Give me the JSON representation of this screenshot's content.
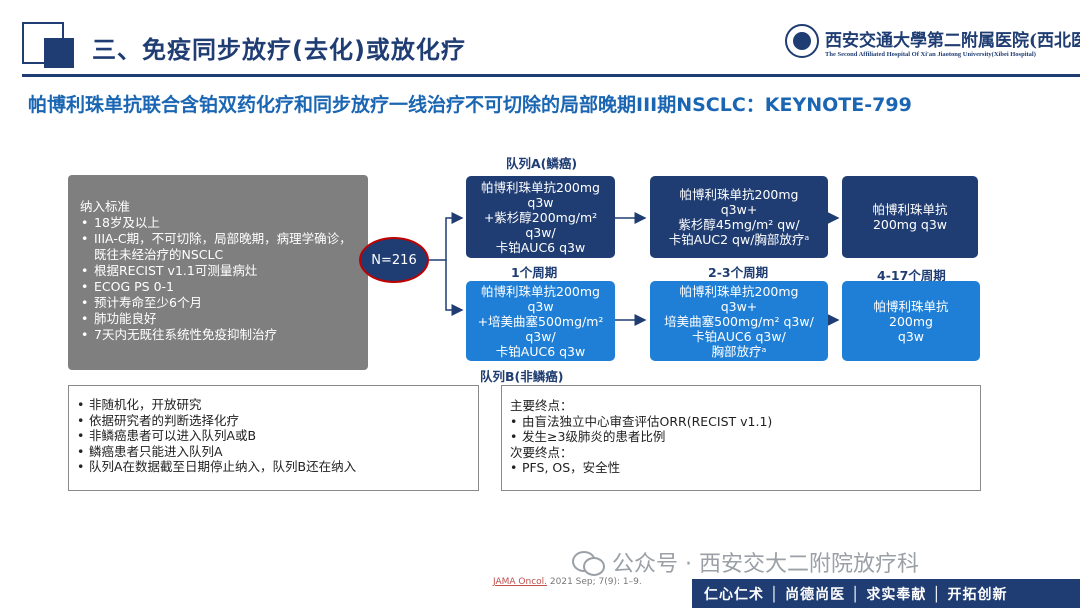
{
  "header": {
    "title": "三、免疫同步放疗(去化)或放化疗",
    "logo_cn": "西安交通大學第二附属医院(西北医院)",
    "logo_en": "The Second Affiliated Hospital Of Xi'an Jiaotong University(Xibei Hospital)"
  },
  "subtitle": "帕博利珠单抗联合含铂双药化疗和同步放疗一线治疗不可切除的局部晚期III期NSCLC：KEYNOTE-799",
  "criteria": {
    "heading": "纳入标准",
    "items": [
      "18岁及以上",
      "IIIA-C期，不可切除，局部晚期，病理学确诊，既往未经治疗的NSCLC",
      "根据RECIST v1.1可测量病灶",
      "ECOG PS 0-1",
      "预计寿命至少6个月",
      "肺功能良好",
      "7天内无既往系统性免疫抑制治疗"
    ]
  },
  "n_label": "N=216",
  "cohort_a": {
    "label": "队列A(鳞癌)",
    "box1": "帕博利珠单抗200mg\nq3w\n+紫杉醇200mg/m²\nq3w/\n卡铂AUC6 q3w",
    "box2": "帕博利珠单抗200mg\nq3w+\n紫杉醇45mg/m² qw/\n卡铂AUC2 qw/胸部放疗ᵃ",
    "box3": "帕博利珠单抗\n200mg q3w"
  },
  "cohort_b": {
    "label": "队列B(非鳞癌)",
    "box1": "帕博利珠单抗200mg\nq3w\n+培美曲塞500mg/m²\nq3w/\n卡铂AUC6 q3w",
    "box2": "帕博利珠单抗200mg\nq3w+\n培美曲塞500mg/m² q3w/\n卡铂AUC6 q3w/\n胸部放疗ᵃ",
    "box3": "帕博利珠单抗\n200mg\nq3w"
  },
  "cycles": {
    "c1": "1个周期",
    "c2": "2-3个周期",
    "c3": "4-17个周期"
  },
  "notes_left": [
    "非随机化，开放研究",
    "依据研究者的判断选择化疗",
    "非鳞癌患者可以进入队列A或B",
    "鳞癌患者只能进入队列A",
    "队列A在数据截至日期停止纳入，队列B还在纳入"
  ],
  "notes_right": {
    "primary_heading": "主要终点：",
    "primary": [
      "由盲法独立中心审查评估ORR(RECIST v1.1)",
      "发生≥3级肺炎的患者比例"
    ],
    "secondary_heading": "次要终点：",
    "secondary": [
      "PFS, OS，安全性"
    ]
  },
  "watermark": "公众号 · 西安交大二附院放疗科",
  "citation": {
    "journal": "JAMA Oncol.",
    "rest": " 2021 Sep; 7(9): 1–9."
  },
  "footer": "仁心仁术 │ 尚德尚医 │ 求实奉献 │ 开拓创新",
  "colors": {
    "navy": "#1f3d73",
    "blue": "#1f7fd6",
    "subtitle_blue": "#1a66b3",
    "gray": "#7f7f7f"
  }
}
